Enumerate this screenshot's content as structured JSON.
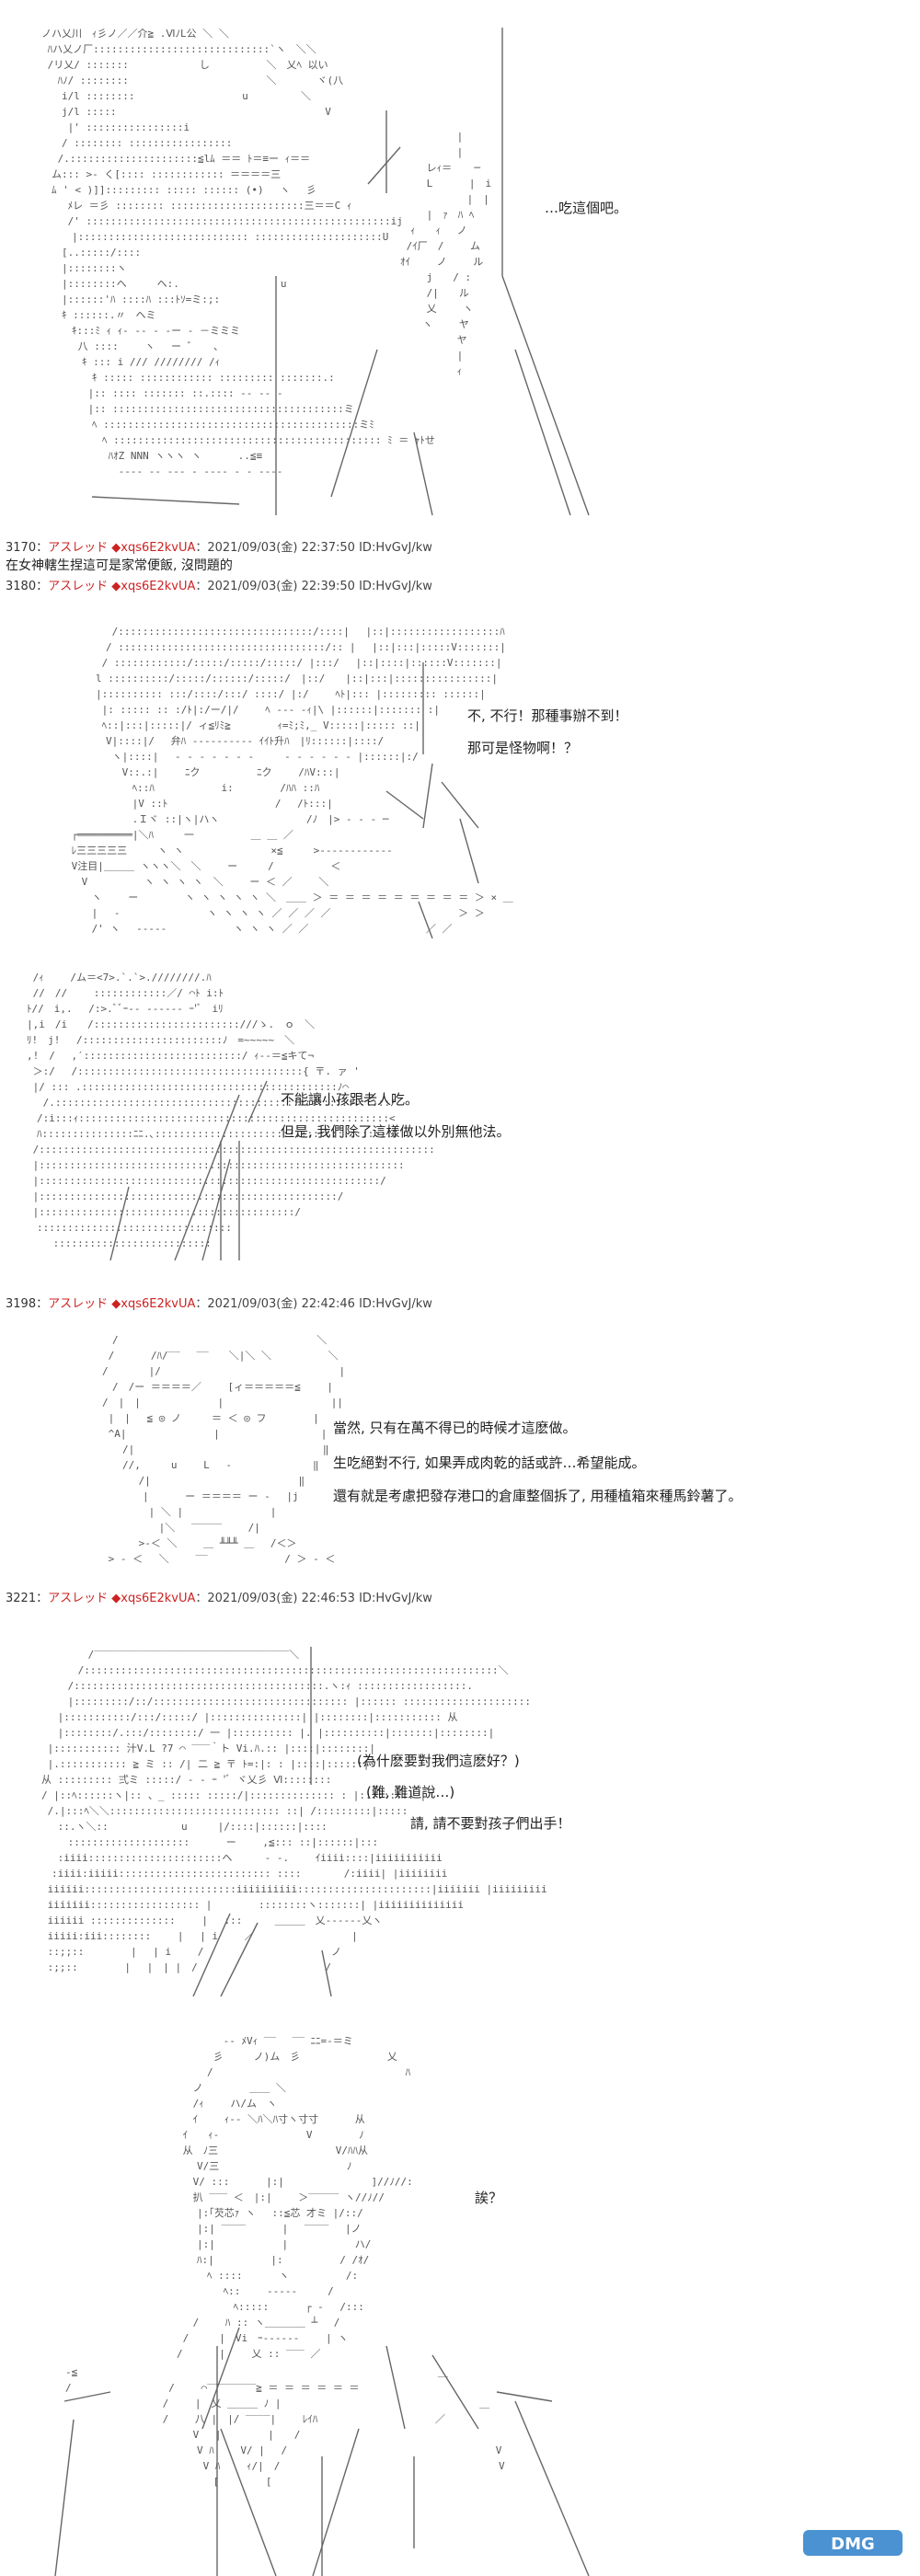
{
  "panels": [
    {
      "id": "p1",
      "dialogue": [
        "…吃這個吧。"
      ]
    },
    {
      "id": "p2",
      "header": {
        "num": "3170：",
        "name": "アスレッド",
        "trip": "◆xqs6E2kvUA",
        "date": "：2021/09/03(金) 22:37:50",
        "id": "ID:HvGvJ/kw"
      },
      "body": "在女神轄生捏這可是家常便飯, 沒問題的"
    },
    {
      "id": "p3",
      "header": {
        "num": "3180：",
        "name": "アスレッド",
        "trip": "◆xqs6E2kvUA",
        "date": "：2021/09/03(金) 22:39:50",
        "id": "ID:HvGvJ/kw"
      },
      "dialogue": [
        "不, 不行！那種事辦不到！",
        "那可是怪物啊！？"
      ]
    },
    {
      "id": "p4",
      "dialogue": [
        "不能讓小孩跟老人吃。",
        "但是, 我們除了這樣做以外別無他法。"
      ]
    },
    {
      "id": "p5",
      "header": {
        "num": "3198：",
        "name": "アスレッド",
        "trip": "◆xqs6E2kvUA",
        "date": "：2021/09/03(金) 22:42:46",
        "id": "ID:HvGvJ/kw"
      },
      "dialogue": [
        "當然, 只有在萬不得已的時候才這麽做。",
        "生吃絕對不行, 如果弄成肉乾的話或許…希望能成。",
        "還有就是考慮把發存港口的倉庫整個拆了, 用種植箱來種馬鈴薯了。"
      ]
    },
    {
      "id": "p6",
      "header": {
        "num": "3221：",
        "name": "アスレッド",
        "trip": "◆xqs6E2kvUA",
        "date": "：2021/09/03(金) 22:46:53",
        "id": "ID:HvGvJ/kw"
      },
      "dialogue": [
        "(為什麽要對我們這麽好？)",
        "(難, 難道說…)",
        "請, 請不要對孩子們出手！"
      ]
    },
    {
      "id": "p7",
      "dialogue": [
        "誒？"
      ]
    }
  ],
  "watermark": {
    "text": "DMG"
  }
}
